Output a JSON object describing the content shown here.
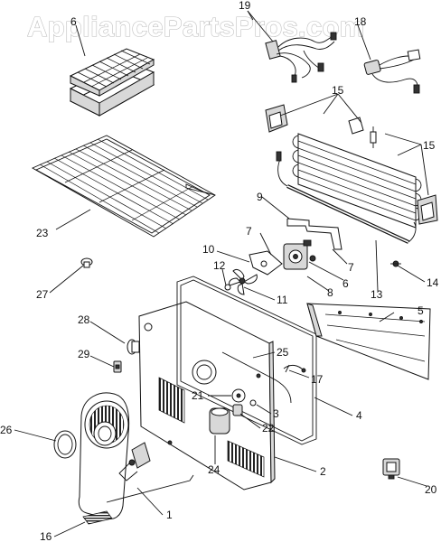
{
  "watermark": "AppliancePartsPros.com",
  "callouts": [
    {
      "id": "c1",
      "label": "1"
    },
    {
      "id": "c2",
      "label": "2"
    },
    {
      "id": "c3",
      "label": "3"
    },
    {
      "id": "c4",
      "label": "4"
    },
    {
      "id": "c5",
      "label": "5"
    },
    {
      "id": "c6",
      "label": "6"
    },
    {
      "id": "c7a",
      "label": "7"
    },
    {
      "id": "c7b",
      "label": "7"
    },
    {
      "id": "c8",
      "label": "8"
    },
    {
      "id": "c9",
      "label": "9"
    },
    {
      "id": "c10",
      "label": "10"
    },
    {
      "id": "c11",
      "label": "11"
    },
    {
      "id": "c12",
      "label": "12"
    },
    {
      "id": "c13",
      "label": "13"
    },
    {
      "id": "c14",
      "label": "14"
    },
    {
      "id": "c15a",
      "label": "15"
    },
    {
      "id": "c15b",
      "label": "15"
    },
    {
      "id": "c16",
      "label": "16"
    },
    {
      "id": "c17",
      "label": "17"
    },
    {
      "id": "c18",
      "label": "18"
    },
    {
      "id": "c19",
      "label": "19"
    },
    {
      "id": "c20",
      "label": "20"
    },
    {
      "id": "c21",
      "label": "21"
    },
    {
      "id": "c22",
      "label": "22"
    },
    {
      "id": "c23",
      "label": "23"
    },
    {
      "id": "c24",
      "label": "24"
    },
    {
      "id": "c25",
      "label": "25"
    },
    {
      "id": "c26",
      "label": "26"
    },
    {
      "id": "c27",
      "label": "27"
    },
    {
      "id": "c28",
      "label": "28"
    },
    {
      "id": "c29",
      "label": "29"
    },
    {
      "id": "c6top",
      "label": "6"
    }
  ]
}
